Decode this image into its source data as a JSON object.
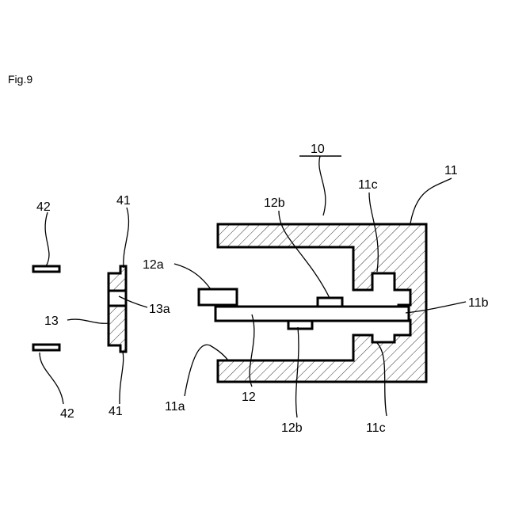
{
  "figure_label": "Fig.9",
  "labels": {
    "l10": "10",
    "l11": "11",
    "l11a": "11a",
    "l11b": "11b",
    "l11c_top": "11c",
    "l11c_bottom": "11c",
    "l12": "12",
    "l12a": "12a",
    "l12b_top": "12b",
    "l12b_bottom": "12b",
    "l13": "13",
    "l13a": "13a",
    "l41_top": "41",
    "l41_bottom": "41",
    "l42_top": "42",
    "l42_bottom": "42"
  }
}
